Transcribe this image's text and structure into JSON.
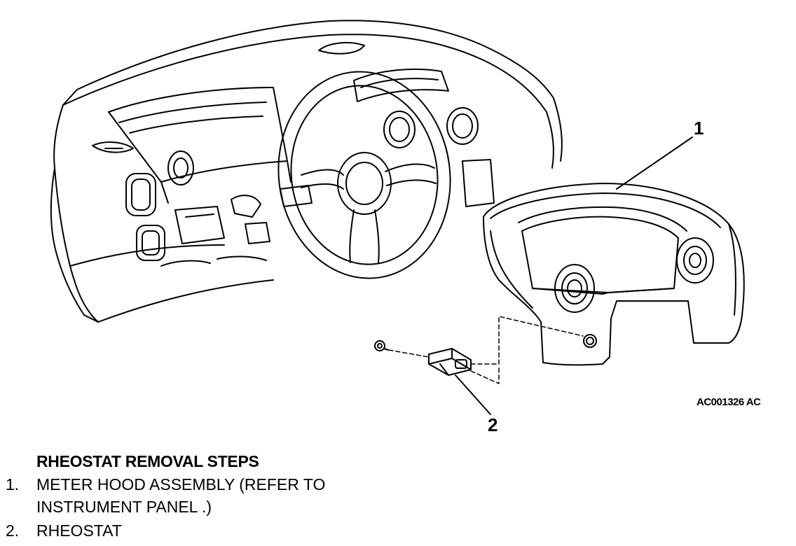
{
  "callouts": {
    "item_1": "1",
    "item_2": "2"
  },
  "figure_code": "AC001326 AC",
  "procedure": {
    "heading": "RHEOSTAT REMOVAL STEPS",
    "steps": [
      {
        "number": "1.",
        "text": "METER HOOD ASSEMBLY (REFER TO INSTRUMENT PANEL .)"
      },
      {
        "number": "2.",
        "text": "RHEOSTAT"
      }
    ]
  },
  "colors": {
    "line": "#000000",
    "background": "#ffffff"
  }
}
